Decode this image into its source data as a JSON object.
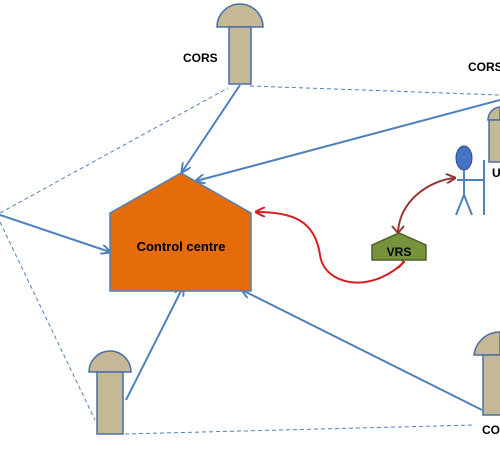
{
  "labels": {
    "cors_top": "CORS",
    "cors_right_top": "CORS",
    "cors_bottom_right": "CO",
    "control_centre": "Control centre",
    "vrs": "VRS",
    "user_partial": "U"
  },
  "colors": {
    "cors_body": "#c4b896",
    "cors_stroke": "#4a6fa5",
    "link_line": "#4f81bd",
    "control_fill": "#e46c0a",
    "control_stroke": "#4f81bd",
    "vrs_fill": "#77933c",
    "vrs_stroke": "#4f6228",
    "user_head": "#4472c4",
    "red_arrow": "#d42020",
    "brown_arrow": "#953735"
  },
  "icons": [
    "cors-station-icon",
    "user-figure-icon",
    "arrow-icon"
  ]
}
